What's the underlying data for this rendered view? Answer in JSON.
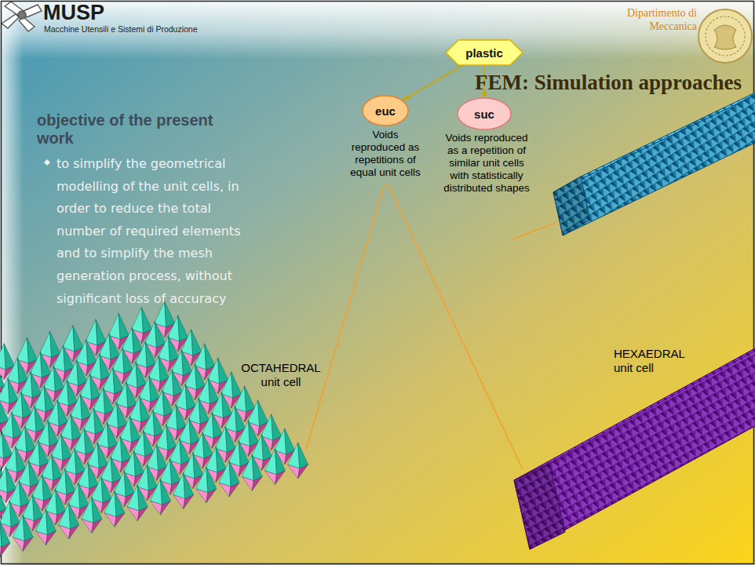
{
  "diagram": {
    "title": "FEM: Simulation approaches",
    "nodes": [
      {
        "text": [
          "plastic"
        ]
      },
      {
        "text": [
          "euc"
        ]
      },
      {
        "text": [
          "suc"
        ]
      }
    ],
    "edges": [
      {
        "from": 0,
        "to": 1,
        "arrow": "to"
      },
      {
        "from": 0,
        "to": 2,
        "arrow": "to"
      }
    ],
    "labels": [
      "MUSP",
      "Macchine Utensili e Sistemi di Produzione",
      "Dipartimento di Meccanica",
      "objective of the present work",
      "to simplify the geometrical modelling of the unit cells, in order to reduce the total number of required elements and to simplify the mesh generation process, without significant loss of accuracy",
      "Voids reproduced as repetitions of equal unit cells",
      "Voids reproduced as a repetition of similar unit cells with statistically distributed shapes",
      "OCTAHEDRAL unit cell",
      "HEXAEDRAL unit cell"
    ]
  }
}
